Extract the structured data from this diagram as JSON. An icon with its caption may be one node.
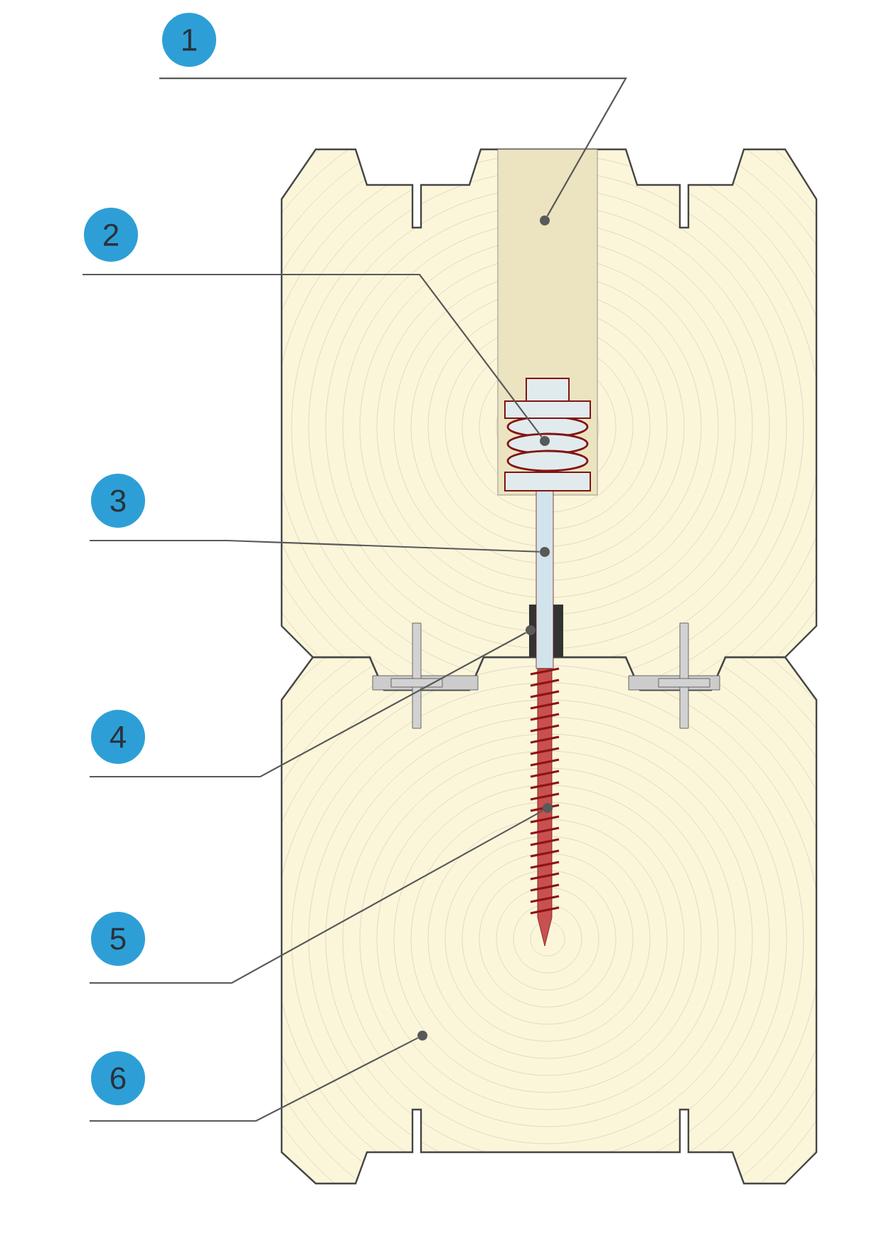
{
  "diagram": {
    "nodes": [
      {
        "text": [
          "1"
        ]
      },
      {
        "text": [
          "2"
        ]
      },
      {
        "text": [
          "3"
        ]
      },
      {
        "text": [
          "4"
        ]
      },
      {
        "text": [
          "5"
        ]
      },
      {
        "text": [
          "6"
        ]
      },
      {
        "text": [],
        "shape": "circle"
      },
      {
        "text": [],
        "shape": "circle"
      },
      {
        "text": [],
        "shape": "circle"
      },
      {
        "text": [],
        "shape": "circle"
      },
      {
        "text": [],
        "shape": "circle"
      },
      {
        "text": [],
        "shape": "circle"
      }
    ],
    "edges": [
      {
        "from": 0,
        "to": 6,
        "arrow": "none"
      },
      {
        "from": 1,
        "to": 7,
        "arrow": "none"
      },
      {
        "from": 2,
        "to": 8,
        "arrow": "none"
      },
      {
        "from": 3,
        "to": 9,
        "arrow": "none"
      },
      {
        "from": 4,
        "to": 10,
        "arrow": "none"
      },
      {
        "from": 5,
        "to": 11,
        "arrow": "none"
      }
    ]
  }
}
